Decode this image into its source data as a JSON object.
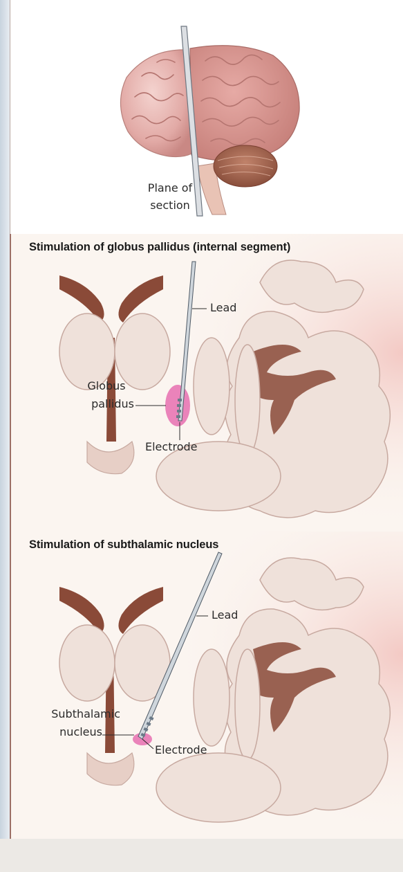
{
  "top_panel": {
    "plane_label_line1": "Plane of",
    "plane_label_line2": "section"
  },
  "gp_panel": {
    "title": "Stimulation of globus pallidus (internal segment)",
    "lead_label": "Lead",
    "target_label_line1": "Globus",
    "target_label_line2": "pallidus",
    "electrode_label": "Electrode"
  },
  "stn_panel": {
    "title": "Stimulation of subthalamic nucleus",
    "lead_label": "Lead",
    "target_label_line1": "Subthalamic",
    "target_label_line2": "nucleus",
    "electrode_label": "Electrode"
  },
  "colors": {
    "brain_pink": "#e9b9b6",
    "tissue": "#efe3dc",
    "ventricle": "#8a4a38",
    "electrode_pink": "#e66fb0",
    "frame_border": "#9b6f66"
  }
}
